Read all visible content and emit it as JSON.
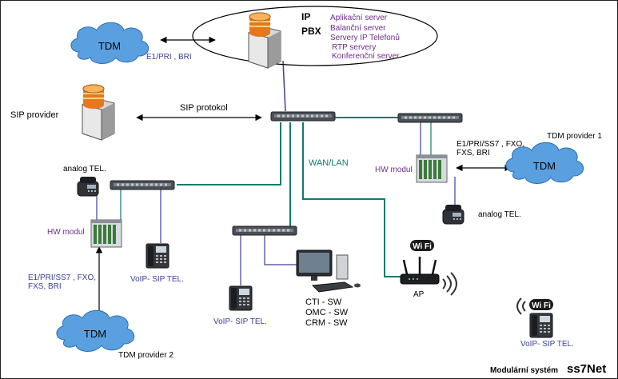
{
  "pbx": {
    "title_1": "IP",
    "title_2": "PBX",
    "services": [
      "Aplikační server",
      "Balanční server",
      "Servery IP Telefonů",
      "RTP servery",
      "Konferenční server"
    ]
  },
  "links": {
    "tdm_pbx": "E1/PRI , BRI",
    "sip": "SIP protokol",
    "wan": "WAN/LAN",
    "tdm_provider1": "E1/PRI/SS7 , FXO,\nFXS, BRI",
    "tdm_provider2": "E1/PRI/SS7 , FXO,\nFXS, BRI"
  },
  "labels": {
    "tdm": "TDM",
    "sip_provider": "SIP provider",
    "tdm_provider_1": "TDM provider 1",
    "tdm_provider_2": "TDM provider 2",
    "hw_modul": "HW modul",
    "analog_tel": "analog TEL.",
    "voip_tel": "VoIP- SIP TEL.",
    "cti_lines": [
      "CTI - SW",
      "OMC - SW",
      "CRM - SW"
    ],
    "ap": "AP",
    "wifi": "Wi Fi",
    "footer": "Modulární systém",
    "brand": "ss7Net"
  },
  "colors": {
    "teal_link": "#127a6a",
    "blue_link": "#3a3f9a",
    "cloud": "#5aa0e0",
    "service_text": "#6b2e8a"
  }
}
